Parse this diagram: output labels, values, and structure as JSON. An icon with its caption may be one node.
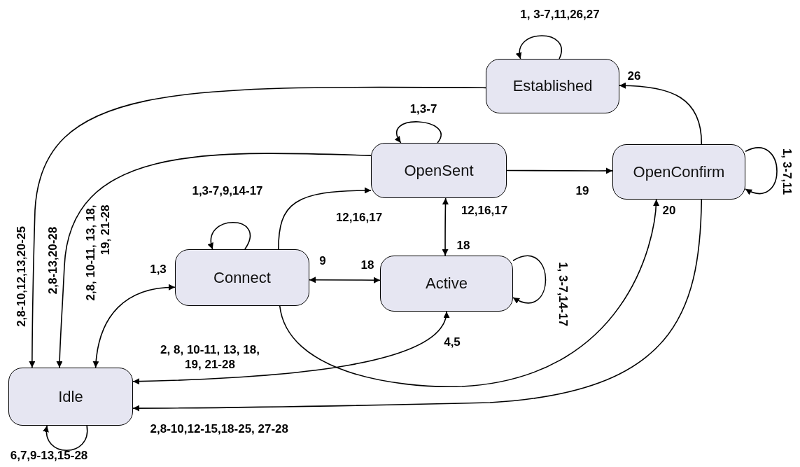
{
  "diagram": {
    "nodes": [
      {
        "text": [
          "Established"
        ]
      },
      {
        "text": [
          "OpenSent"
        ]
      },
      {
        "text": [
          "OpenConfirm"
        ]
      },
      {
        "text": [
          "Connect"
        ]
      },
      {
        "text": [
          "Active"
        ]
      },
      {
        "text": [
          "Idle"
        ]
      }
    ],
    "edges": [
      {
        "from": 0,
        "to": 0,
        "arrow": "to",
        "label": "1, 3-7,11,26,27"
      },
      {
        "from": 0,
        "to": 5,
        "arrow": "to",
        "label": "2,8-10,12,13,20-25"
      },
      {
        "from": 1,
        "to": 1,
        "arrow": "to",
        "label": "1,3-7"
      },
      {
        "from": 1,
        "to": 5,
        "arrow": "to",
        "label": "2,8-13,20-28"
      },
      {
        "from": 1,
        "to": 2,
        "arrow": "to",
        "label": "19"
      },
      {
        "from": 1,
        "to": 4,
        "arrow": "both",
        "label": "18"
      },
      {
        "from": 3,
        "to": 1,
        "arrow": "to",
        "label": "12,16,17"
      },
      {
        "from": 3,
        "to": 3,
        "arrow": "to",
        "label": "1,3-7,9,14-17"
      },
      {
        "from": 5,
        "to": 3,
        "arrow": "both",
        "label": "1,3"
      },
      {
        "from": 3,
        "to": 4,
        "arrow": "both",
        "label": "18"
      },
      {
        "from": 5,
        "to": 4,
        "arrow": "both",
        "label": "4,5"
      },
      {
        "from": 3,
        "to": 2,
        "arrow": "to",
        "label": "20"
      },
      {
        "from": 2,
        "to": 5,
        "arrow": "to",
        "label": "2,8-10,12-15,18-25, 27-28"
      },
      {
        "from": 2,
        "to": 0,
        "arrow": "to",
        "label": "26"
      },
      {
        "from": 2,
        "to": 2,
        "arrow": "to",
        "label": "1, 3-7,11"
      },
      {
        "from": 4,
        "to": 4,
        "arrow": "to",
        "label": "1, 3-7,14-17"
      },
      {
        "from": 5,
        "to": 5,
        "arrow": "to",
        "label": "6,7,9-13,15-28"
      }
    ],
    "labels": [
      "12,16,17",
      "2,8, 10-11, 13, 18, 19, 21-28",
      "9",
      "2, 8, 10-11, 13, 18, 19, 21-28"
    ]
  }
}
